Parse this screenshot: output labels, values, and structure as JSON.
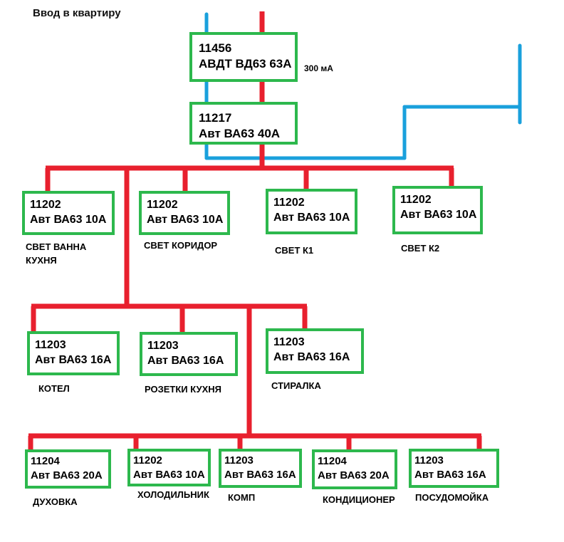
{
  "title": "Ввод в квартиру",
  "main_breaker": {
    "code": "11456",
    "label": "АВДТ ВД63 63А",
    "note": "300 мА"
  },
  "input_breaker": {
    "code": "11217",
    "label": "Авт ВА63 40А"
  },
  "row1": [
    {
      "code": "11202",
      "label": "Авт ВА63 10А",
      "caption": [
        "СВЕТ ВАННА",
        "КУХНЯ"
      ]
    },
    {
      "code": "11202",
      "label": "Авт ВА63 10А",
      "caption": [
        "СВЕТ КОРИДОР"
      ]
    },
    {
      "code": "11202",
      "label": "Авт ВА63 10А",
      "caption": [
        "СВЕТ К1"
      ]
    },
    {
      "code": "11202",
      "label": "Авт ВА63 10А",
      "caption": [
        "СВЕТ К2"
      ]
    }
  ],
  "row2": [
    {
      "code": "11203",
      "label": "Авт ВА63 16А",
      "caption": [
        "КОТЕЛ"
      ]
    },
    {
      "code": "11203",
      "label": "Авт ВА63 16А",
      "caption": [
        "РОЗЕТКИ КУХНЯ"
      ]
    },
    {
      "code": "11203",
      "label": "Авт ВА63 16А",
      "caption": [
        "СТИРАЛКА"
      ]
    }
  ],
  "row3": [
    {
      "code": "11204",
      "label": "Авт ВА63 20А",
      "caption": [
        "ДУХОВКА"
      ]
    },
    {
      "code": "11202",
      "label": "Авт ВА63 10А",
      "caption": [
        "ХОЛОДИЛЬНИК"
      ]
    },
    {
      "code": "11203",
      "label": "Авт ВА63 16А",
      "caption": [
        "КОМП"
      ]
    },
    {
      "code": "11204",
      "label": "Авт ВА63 20А",
      "caption": [
        "КОНДИЦИОНЕР"
      ]
    },
    {
      "code": "11203",
      "label": "Авт ВА63 16А",
      "caption": [
        "ПОСУДОМОЙКА"
      ]
    }
  ],
  "colors": {
    "phase": "#e8202e",
    "neutral": "#1aa0dc",
    "breaker_border": "#2db84d"
  }
}
